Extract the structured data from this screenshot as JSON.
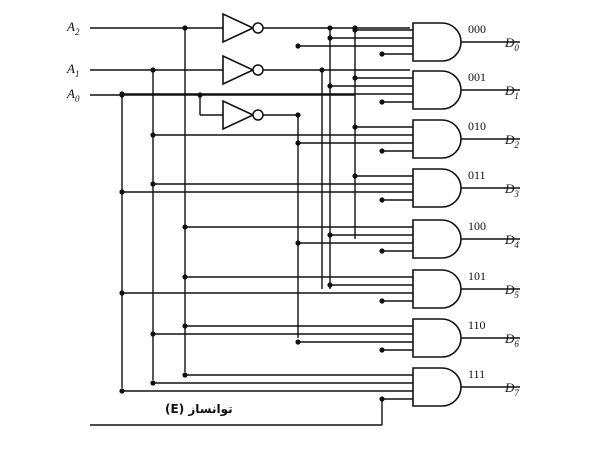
{
  "inputs": {
    "a2": {
      "base": "A",
      "sub": "2"
    },
    "a1": {
      "base": "A",
      "sub": "1"
    },
    "a0": {
      "base": "A",
      "sub": "0"
    }
  },
  "enable_label": "توانساز (E)",
  "outputs": [
    {
      "code": "000",
      "base": "D",
      "sub": "0"
    },
    {
      "code": "001",
      "base": "D",
      "sub": "1"
    },
    {
      "code": "010",
      "base": "D",
      "sub": "2"
    },
    {
      "code": "011",
      "base": "D",
      "sub": "3"
    },
    {
      "code": "100",
      "base": "D",
      "sub": "4"
    },
    {
      "code": "101",
      "base": "D",
      "sub": "5"
    },
    {
      "code": "110",
      "base": "D",
      "sub": "6"
    },
    {
      "code": "111",
      "base": "D",
      "sub": "7"
    }
  ]
}
